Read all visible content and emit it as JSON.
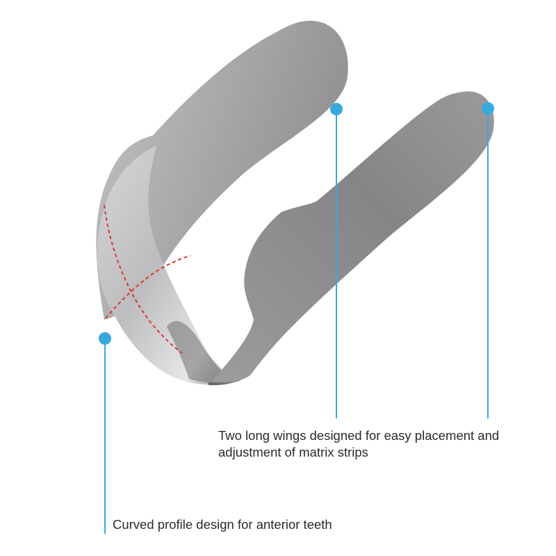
{
  "captions": {
    "wings_line1": "Two long wings designed for easy placement and",
    "wings_line2": "adjustment of matrix strips",
    "curve": "Curved profile design for anterior teeth"
  },
  "colors": {
    "callout": "#38a9dc",
    "marking": "#d9362b",
    "metal_light": "#c9c9cb",
    "metal_dark": "#8a8a8c",
    "text": "#2a2a2a"
  }
}
